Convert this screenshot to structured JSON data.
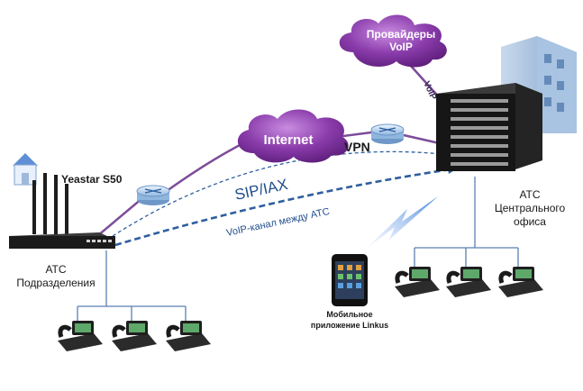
{
  "labels": {
    "providers": [
      "Провайдеры",
      "VoIP"
    ],
    "internet": "Internet",
    "vpn": "VPN",
    "voip_link": "VoIP",
    "device_name": "Yeastar S50",
    "sip_iax": "SIP/IAX",
    "channel": "VoIP-канал между АТС",
    "branch_pbx": [
      "АТС",
      "Подразделения"
    ],
    "central_pbx": [
      "АТС",
      "Центрального",
      "офиса"
    ],
    "mobile_app": [
      "Мобильное",
      "приложение Linkus"
    ]
  },
  "colors": {
    "cloud": "#7a2f9a",
    "cloud_light": "#b46fd0",
    "link_purple": "#7d4c99",
    "dashed_blue": "#2f5f9e",
    "text_blue": "#1f4e8c",
    "label": "#1a1a1a"
  },
  "icons": [
    "house-icon",
    "building-icon",
    "router-icon",
    "lightning-icon",
    "smartphone-icon",
    "ip-phone-icon"
  ]
}
